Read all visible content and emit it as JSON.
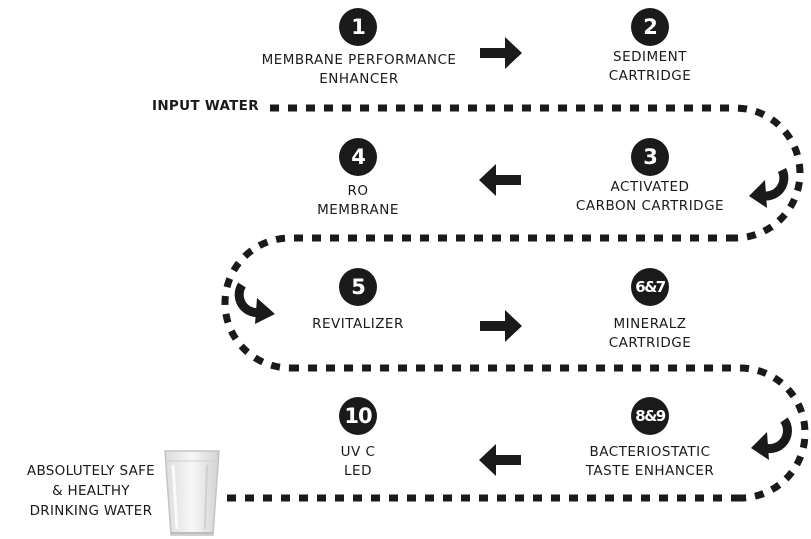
{
  "input_label": "INPUT WATER",
  "output_label": [
    "ABSOLUTELY SAFE",
    "& HEALTHY",
    "DRINKING WATER"
  ],
  "steps": [
    {
      "badge": "1",
      "lines": [
        "MEMBRANE PERFORMANCE",
        "ENHANCER"
      ]
    },
    {
      "badge": "2",
      "lines": [
        "SEDIMENT",
        "CARTRIDGE"
      ]
    },
    {
      "badge": "3",
      "lines": [
        "ACTIVATED",
        "CARBON CARTRIDGE"
      ]
    },
    {
      "badge": "4",
      "lines": [
        "RO",
        "MEMBRANE"
      ]
    },
    {
      "badge": "5",
      "lines": [
        "REVITALIZER"
      ]
    },
    {
      "badge": "6&7",
      "lines": [
        "MINERALZ",
        "CARTRIDGE"
      ]
    },
    {
      "badge": "8&9",
      "lines": [
        "BACTERIOSTATIC",
        "TASTE ENHANCER"
      ]
    },
    {
      "badge": "10",
      "lines": [
        "UV C",
        "LED"
      ]
    }
  ],
  "icons": {
    "direction_arrow": "arrow-icon",
    "turn_arrow": "curved-turn-arrow-icon",
    "glass": "water-glass-icon"
  },
  "colors": {
    "ink": "#1a1a1a",
    "background": "#ffffff"
  }
}
